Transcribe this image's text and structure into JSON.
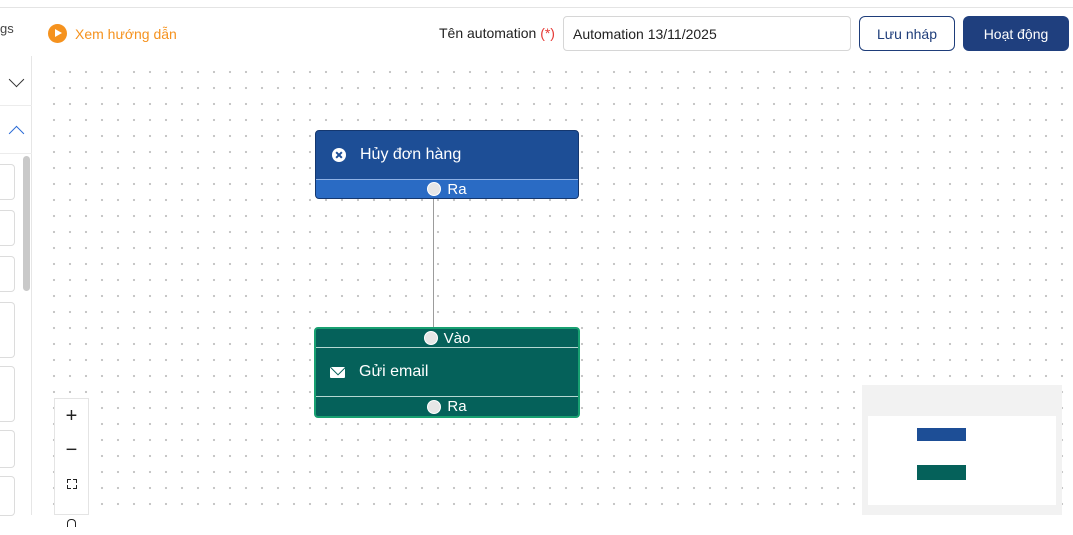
{
  "sidebar": {
    "tab_partial_label": "gs"
  },
  "header": {
    "guide_label": "Xem hướng dẫn",
    "name_label": "Tên automation",
    "required_mark": "(*)",
    "name_value": "Automation 13/11/2025",
    "draft_button": "Lưu nháp",
    "activate_button": "Hoạt động"
  },
  "nodes": [
    {
      "title": "Hủy đơn hàng",
      "icon": "cancel-circle-icon",
      "color": "#1d4e96",
      "output_label": "Ra"
    },
    {
      "title": "Gửi email",
      "icon": "envelope-icon",
      "color": "#05615a",
      "input_label": "Vào",
      "output_label": "Ra"
    }
  ],
  "controls": {
    "zoom_in": "+",
    "zoom_out": "−"
  },
  "colors": {
    "accent": "#f5921e",
    "primary": "#1f3f7e",
    "required": "#e53935"
  }
}
